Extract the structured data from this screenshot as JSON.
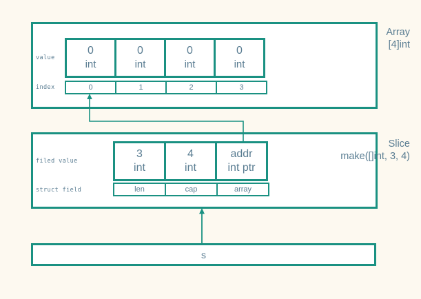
{
  "diagram": {
    "title_hidden": "",
    "accent_color": "#1a9182",
    "text_color": "#5a7d92",
    "background_color": "#fdf9f0",
    "panel_background": "#ffffff"
  },
  "array_panel": {
    "caption_line1": "Array",
    "caption_line2": "[4]int",
    "row_label_value": "value",
    "row_label_index": "index",
    "values": [
      {
        "value": "0",
        "type": "int",
        "index": "0"
      },
      {
        "value": "0",
        "type": "int",
        "index": "1"
      },
      {
        "value": "0",
        "type": "int",
        "index": "2"
      },
      {
        "value": "0",
        "type": "int",
        "index": "3"
      }
    ]
  },
  "slice_panel": {
    "caption_line1": "Slice",
    "caption_line2": "make([]int, 3, 4)",
    "row_label_value": "filed value",
    "row_label_field": "struct field",
    "fields": [
      {
        "value": "3",
        "type": "int",
        "name": "len"
      },
      {
        "value": "4",
        "type": "int",
        "name": "cap"
      },
      {
        "value": "addr",
        "type": "int ptr",
        "name": "array"
      }
    ]
  },
  "variable_panel": {
    "name": "s"
  },
  "connectors": [
    {
      "name": "array-pointer-to-index0",
      "from": "slice.array",
      "to": "array.index0"
    },
    {
      "name": "variable-to-slice",
      "from": "variable.s",
      "to": "slice.panel"
    }
  ]
}
